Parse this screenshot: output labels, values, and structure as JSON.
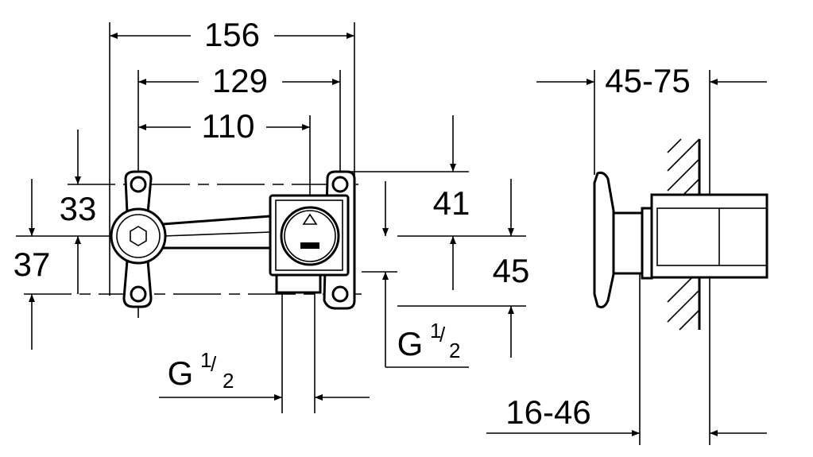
{
  "drawing": {
    "front_view": {
      "overall_width": "156",
      "mount_hole_spacing": "129",
      "valve_offset": "110",
      "left_upper": "33",
      "left_lower": "37",
      "right_upper": "41",
      "right_lower": "45",
      "outlet_thread": {
        "base": "G",
        "num": "1",
        "den": "2"
      },
      "bottom_thread": {
        "base": "G",
        "num": "1",
        "den": "2"
      }
    },
    "side_view": {
      "wall_depth": "45-75",
      "projection": "16-46"
    }
  }
}
